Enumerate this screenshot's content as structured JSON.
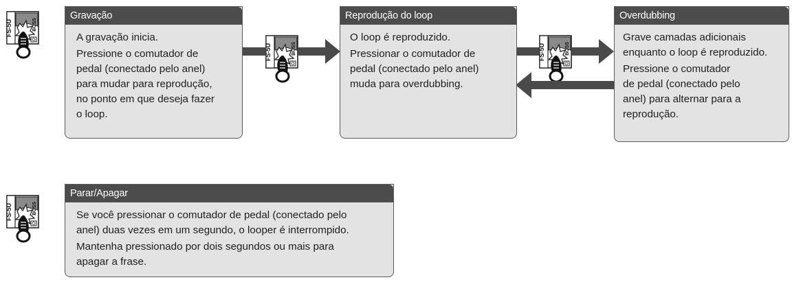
{
  "boxes": {
    "recording": {
      "title": "Gravação",
      "line1": "A gravação inicia.",
      "line2": [
        "Pressione o comutador de",
        "pedal (conectado pelo anel)",
        "para mudar para reprodução,",
        "no ponto em que deseja fazer",
        "o loop."
      ]
    },
    "playback": {
      "title": "Reprodução do loop",
      "line1": "O loop é reproduzido.",
      "line2": [
        "Pressionar o comutador de",
        "pedal (conectado pelo anel)",
        "muda para overdubbing."
      ]
    },
    "overdub": {
      "title": "Overdubbing",
      "line1": [
        "Grave camadas adicionais",
        "enquanto o loop é reproduzido."
      ],
      "line2": [
        "Pressione o comutador",
        "de pedal (conectado pelo",
        "anel) para alternar para a",
        "reprodução."
      ]
    },
    "stop": {
      "title": "Parar/Apagar",
      "line1": [
        "Se você pressionar o comutador de pedal (conectado pelo",
        "anel) duas vezes em um segundo, o looper é interrompido."
      ],
      "line2": [
        "Mantenha pressionado por dois segundos ou mais para",
        "apagar a frase."
      ]
    }
  },
  "pedal": {
    "model": "FS-5U",
    "brand": "BOSS",
    "icon": "foot-pedal-switch-icon"
  },
  "colors": {
    "box_fill": "#e3e3e3",
    "header_fill": "#4c4c4c",
    "arrow": "#4a4a4a"
  }
}
